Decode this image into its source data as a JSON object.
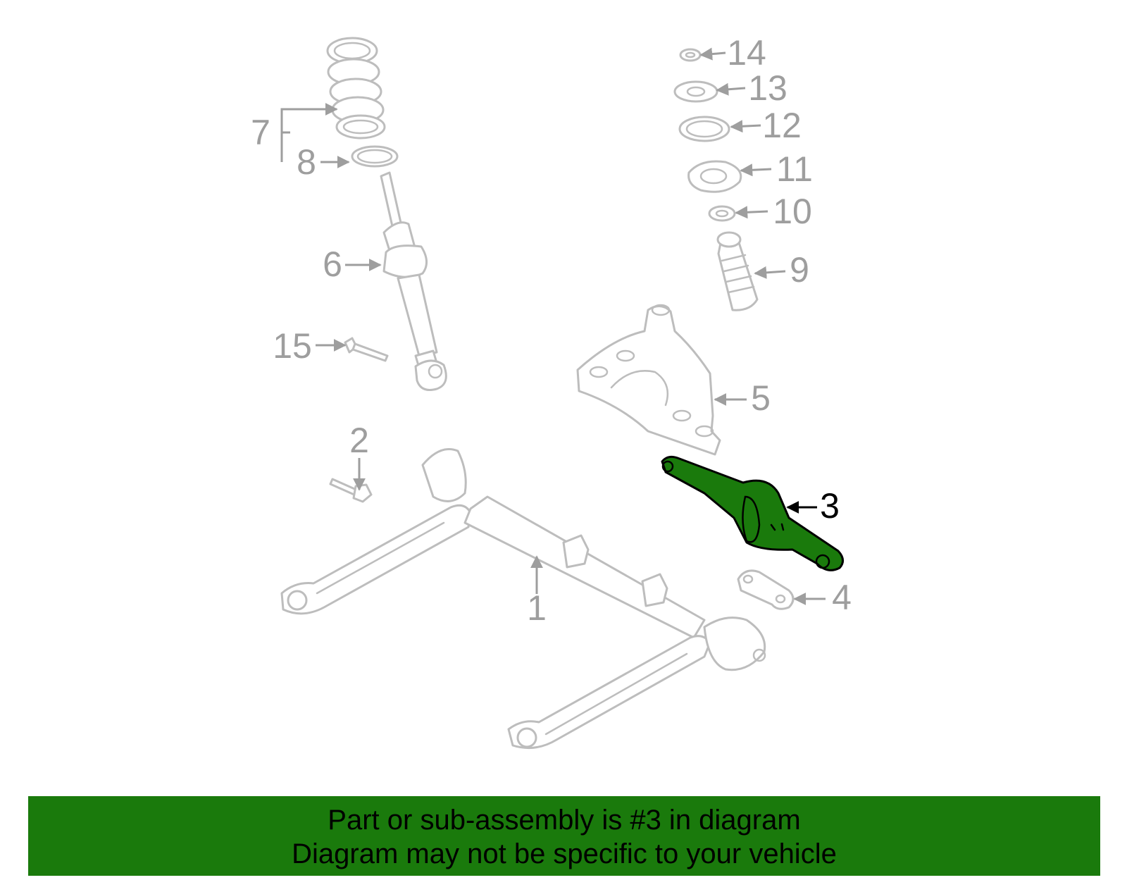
{
  "diagram": {
    "callouts": [
      "1",
      "2",
      "3",
      "4",
      "5",
      "6",
      "7",
      "8",
      "9",
      "10",
      "11",
      "12",
      "13",
      "14",
      "15"
    ],
    "highlighted_part": "3",
    "colors": {
      "highlight": "#1a7a0c",
      "line_art": "#bdbdbd",
      "callout": "#9e9e9e",
      "footer_bg": "#1a7a0c"
    }
  },
  "footer": {
    "line1": "Part or sub-assembly is #3 in diagram",
    "line2": "Diagram may not be specific to your vehicle"
  }
}
